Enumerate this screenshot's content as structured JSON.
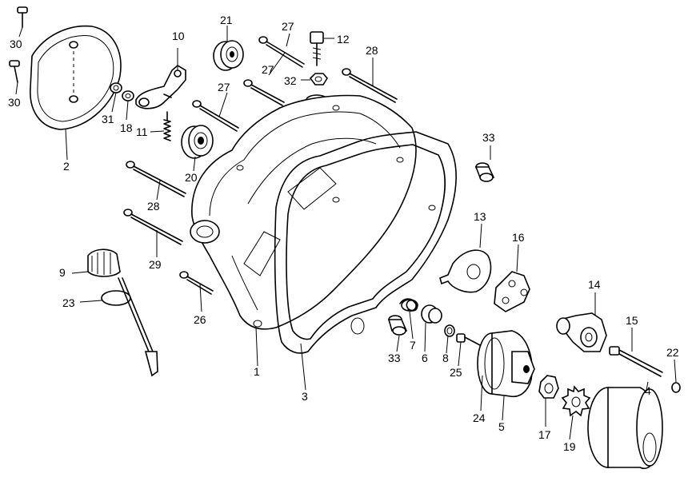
{
  "labels": {
    "p1": "1",
    "p2": "2",
    "p3": "3",
    "p4": "4",
    "p5": "5",
    "p6": "6",
    "p7": "7",
    "p8": "8",
    "p9": "9",
    "p10": "10",
    "p11": "11",
    "p12": "12",
    "p13": "13",
    "p14": "14",
    "p15": "15",
    "p16": "16",
    "p17": "17",
    "p18": "18",
    "p19": "19",
    "p20": "20",
    "p21": "21",
    "p22": "22",
    "p23": "23",
    "p24": "24",
    "p25": "25",
    "p26": "26",
    "p27a": "27",
    "p27b": "27",
    "p27c": "27",
    "p28a": "28",
    "p28b": "28",
    "p29": "29",
    "p30a": "30",
    "p30b": "30",
    "p31": "31",
    "p32": "32",
    "p33a": "33",
    "p33b": "33"
  },
  "colors": {
    "ink": "#000000",
    "paper": "#ffffff"
  }
}
